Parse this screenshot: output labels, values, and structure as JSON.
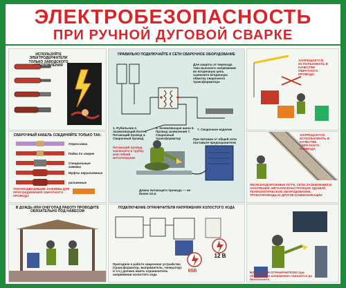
{
  "header": {
    "title_line1": "ЭЛЕКТРОБЕЗОПАСНОСТЬ",
    "title_line2": "ПРИ РУЧНОЙ ДУГОВОЙ СВАРКЕ"
  },
  "panels": {
    "holders": {
      "caption": "ИСПОЛЬЗУЙТЕ ЭЛЕКТРОДЕРЖАТЕЛИ ТОЛЬКО ЗАВОДСКОГО ИЗГОТОВЛЕНИЯ"
    },
    "connection": {
      "caption": "ПРАВИЛЬНО ПОДКЛЮЧАЙТЕ К СЕТИ СВАРОЧНОЕ ОБОРУДОВАНИЕ",
      "note_right": "Для защиты от перехода тока высокого напряжения во вторичную цепь заземлите вторичную обмотку сварочного трансформатора",
      "legend_left": "1. Рубильник 2. Заземляющий болт 3. Питающий провод 4. Сварочный провод",
      "legend_mid": "5. Заземляющая шина 6. Провод заземления 7. Сварочный трансформатор",
      "legend_label": "7. Сварочное изделие",
      "bottom_left": "Питающий провод заключите в трубку или гибкий металлорукав",
      "bottom_right": "Длина питающего провода — не более 10 м",
      "protect_note": "При питании от общей сети поставьте предохранители"
    },
    "crane": {
      "caption": "ЗАПРЕЩАЕТСЯ ИСПОЛЬЗОВАТЬ В КАЧЕСТВЕ ОБРАТНОГО ПРОВОДА"
    },
    "rails": {
      "caption": "ЗАПРЕЩАЕТСЯ ИСПОЛЬЗОВАТЬ В КАЧЕСТВЕ ОБРАТНОГО ПРОВОДА",
      "bottom_note": "ЖЕЛЕЗНОДОРОЖНЫЕ ПУТИ, СЕТИ ЗАЗЕМЛЕНИЯ И ЗАНУЛЕНИЯ, МЕТАЛЛОКОНСТРУКЦИИ ЗДАНИЙ, ТЕХНОЛОГИЧЕСКОЕ ОБОРУДОВАНИЕ, ТРУБОПРОВОДЫ И ДРУГИЕ КОММУНИКАЦИИ"
    },
    "cable": {
      "caption": "СВАРОЧНЫЙ КАБЕЛЬ СОЕДИНЯЙТЕ ТОЛЬКО ТАК:",
      "items": [
        "Опрессовка",
        "Пайка по сварке",
        "Специальные зажимы",
        "Муфты неразъемные",
        "разъемные"
      ],
      "bottom": "ТОКОПОДВОДЯЩИЕ ЗАЖИМЫ ДЛЯ ПРИСОЕДИНЕНИЯ ОБРАТНОГО ПРОВОДА"
    },
    "rain": {
      "caption": "В ДОЖДЬ ИЛИ СНЕГОПАД РАБОТУ ПРОВОДИТЕ ОБЯЗАТЕЛЬНО ПОД НАВЕСОМ"
    },
    "limiter": {
      "caption": "ПОДКЛЮЧЕНИЕ ОГРАНИЧИТЕЛЯ НАПРЯЖЕНИЯ ХОЛОСТОГО ХОДА",
      "volt_12": "12 В",
      "volt_65": "65В",
      "note": "Пригодное к работе сварочное устройство (трансформатор, выпрямитель, генератор) и т.п.) должно иметь ограничитель напряжения холостого хода"
    },
    "welder": {
      "caption": "БЛАГОДАРЯ ОГРАНИЧИТЕЛЮ при обрыве дуги напряжение снижается до безопасного"
    }
  },
  "colors": {
    "frame": "#1f8a3a",
    "title": "#d7262a",
    "panel_bg": "#f4f6f1"
  }
}
